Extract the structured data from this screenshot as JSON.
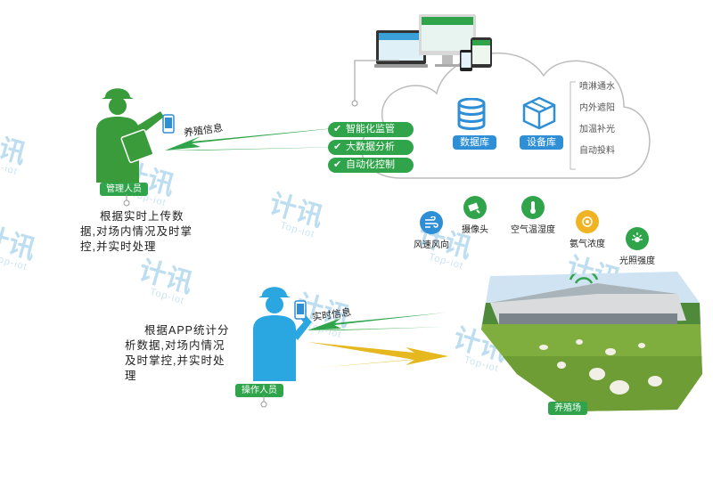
{
  "watermark": {
    "brand": "计讯",
    "sub": "Top-iot"
  },
  "cloud": {
    "database_label": "数据库",
    "device_label": "设备库",
    "side_items": [
      "喷淋通水",
      "内外遮阳",
      "加温补光",
      "自动投料"
    ]
  },
  "features": [
    "智能化监管",
    "大数据分析",
    "自动化控制"
  ],
  "manager": {
    "role": "管理人员",
    "arrow_label": "养殖信息",
    "desc_lines": [
      "根据实时上传数",
      "据,对场内情况及时掌",
      "控,并实时处理"
    ]
  },
  "operator": {
    "role": "操作人员",
    "arrow_label": "实时信息",
    "desc_lines": [
      "根据APP统计分",
      "析数据,对场内情况",
      "及时掌控,并实时处",
      "理"
    ]
  },
  "sensors": [
    {
      "label": "风速风向",
      "icon": "wind-icon",
      "color": "#2f8fd6"
    },
    {
      "label": "摄像头",
      "icon": "camera-icon",
      "color": "#2fa44a"
    },
    {
      "label": "空气温湿度",
      "icon": "thermometer-icon",
      "color": "#2fa44a"
    },
    {
      "label": "氨气浓度",
      "icon": "gas-icon",
      "color": "#f0b323"
    },
    {
      "label": "光照强度",
      "icon": "sun-icon",
      "color": "#2fa44a"
    }
  ],
  "farm": {
    "label": "养殖场"
  },
  "colors": {
    "green": "#2fa44a",
    "blue": "#2f8fd6",
    "yellow": "#e5b81f",
    "person_blue": "#2aa6e0"
  }
}
